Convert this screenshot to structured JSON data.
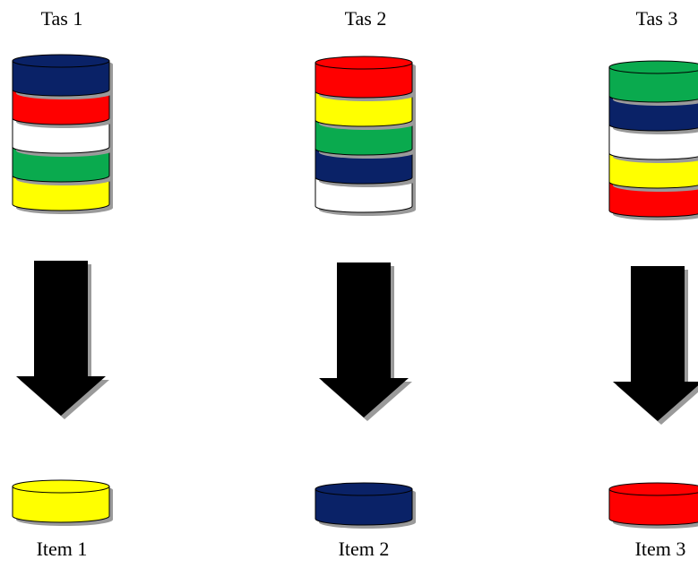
{
  "colors": {
    "navy": "#0a2267",
    "red": "#ff0000",
    "white": "#ffffff",
    "green": "#0aaa4e",
    "yellow": "#ffff00",
    "outline": "#000000",
    "shadow": "#9a9a9a",
    "arrow": "#000000"
  },
  "stacks": [
    {
      "label": "Tas 1",
      "layers_top_to_bottom": [
        "navy",
        "red",
        "white",
        "green",
        "yellow"
      ],
      "item": {
        "label": "Item 1",
        "color": "yellow"
      }
    },
    {
      "label": "Tas 2",
      "layers_top_to_bottom": [
        "red",
        "yellow",
        "green",
        "navy",
        "white"
      ],
      "item": {
        "label": "Item 2",
        "color": "navy"
      }
    },
    {
      "label": "Tas 3",
      "layers_top_to_bottom": [
        "green",
        "navy",
        "white",
        "yellow",
        "red"
      ],
      "item": {
        "label": "Item 3",
        "color": "red"
      }
    }
  ]
}
